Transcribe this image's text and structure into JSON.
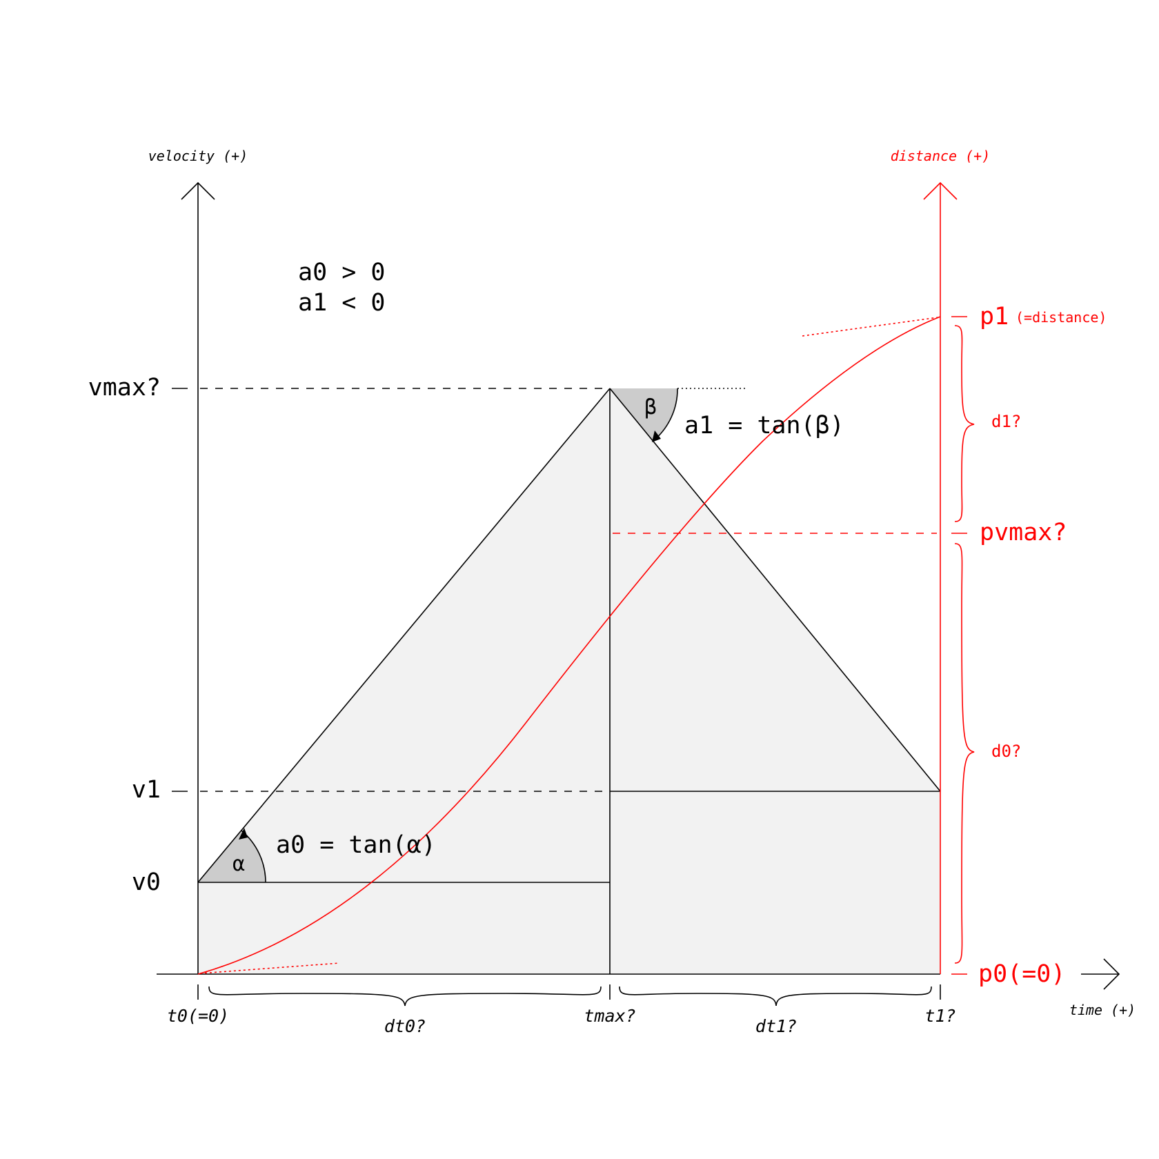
{
  "colors": {
    "ink": "#000000",
    "accent": "#ff0000",
    "fill_light": "#f2f2f2",
    "fill_angle": "#cccccc"
  },
  "axes": {
    "velocity_label": "velocity (+)",
    "distance_label": "distance (+)",
    "time_label": "time (+)"
  },
  "conditions": {
    "line1": "a0 > 0",
    "line2": "a1 < 0"
  },
  "velocity_ticks": {
    "vmax": "vmax?",
    "v1": "v1",
    "v0": "v0"
  },
  "time_ticks": {
    "t0": "t0(=0)",
    "tmax": "tmax?",
    "t1": "t1?",
    "dt0": "dt0?",
    "dt1": "dt1?"
  },
  "distance_ticks": {
    "p1": "p1",
    "p1_note": "(=distance)",
    "pvmax": "pvmax?",
    "p0": "p0(=0)",
    "d1": "d1?",
    "d0": "d0?"
  },
  "angles": {
    "alpha": "α",
    "beta": "β",
    "a0_formula": "a0 = tan(α)",
    "a1_formula": "a1 = tan(β)"
  }
}
